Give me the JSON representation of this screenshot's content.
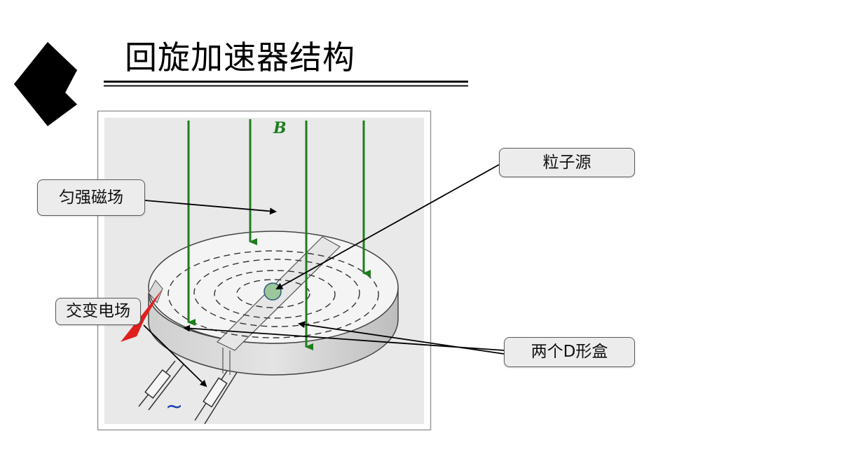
{
  "title": "回旋加速器结构",
  "diagram": {
    "field_label": "B",
    "ac_symbol": "~",
    "colors": {
      "field_lines": "#1e7d1e",
      "particle": "#9cc79a",
      "alt_field_arrow": "#e0201c",
      "ac_symbol": "#1a3fb0"
    }
  },
  "callouts": {
    "uniform_field": "匀强磁场",
    "alternating_field": "交变电场",
    "particle_source": "粒子源",
    "d_boxes": "两个D形盒"
  }
}
